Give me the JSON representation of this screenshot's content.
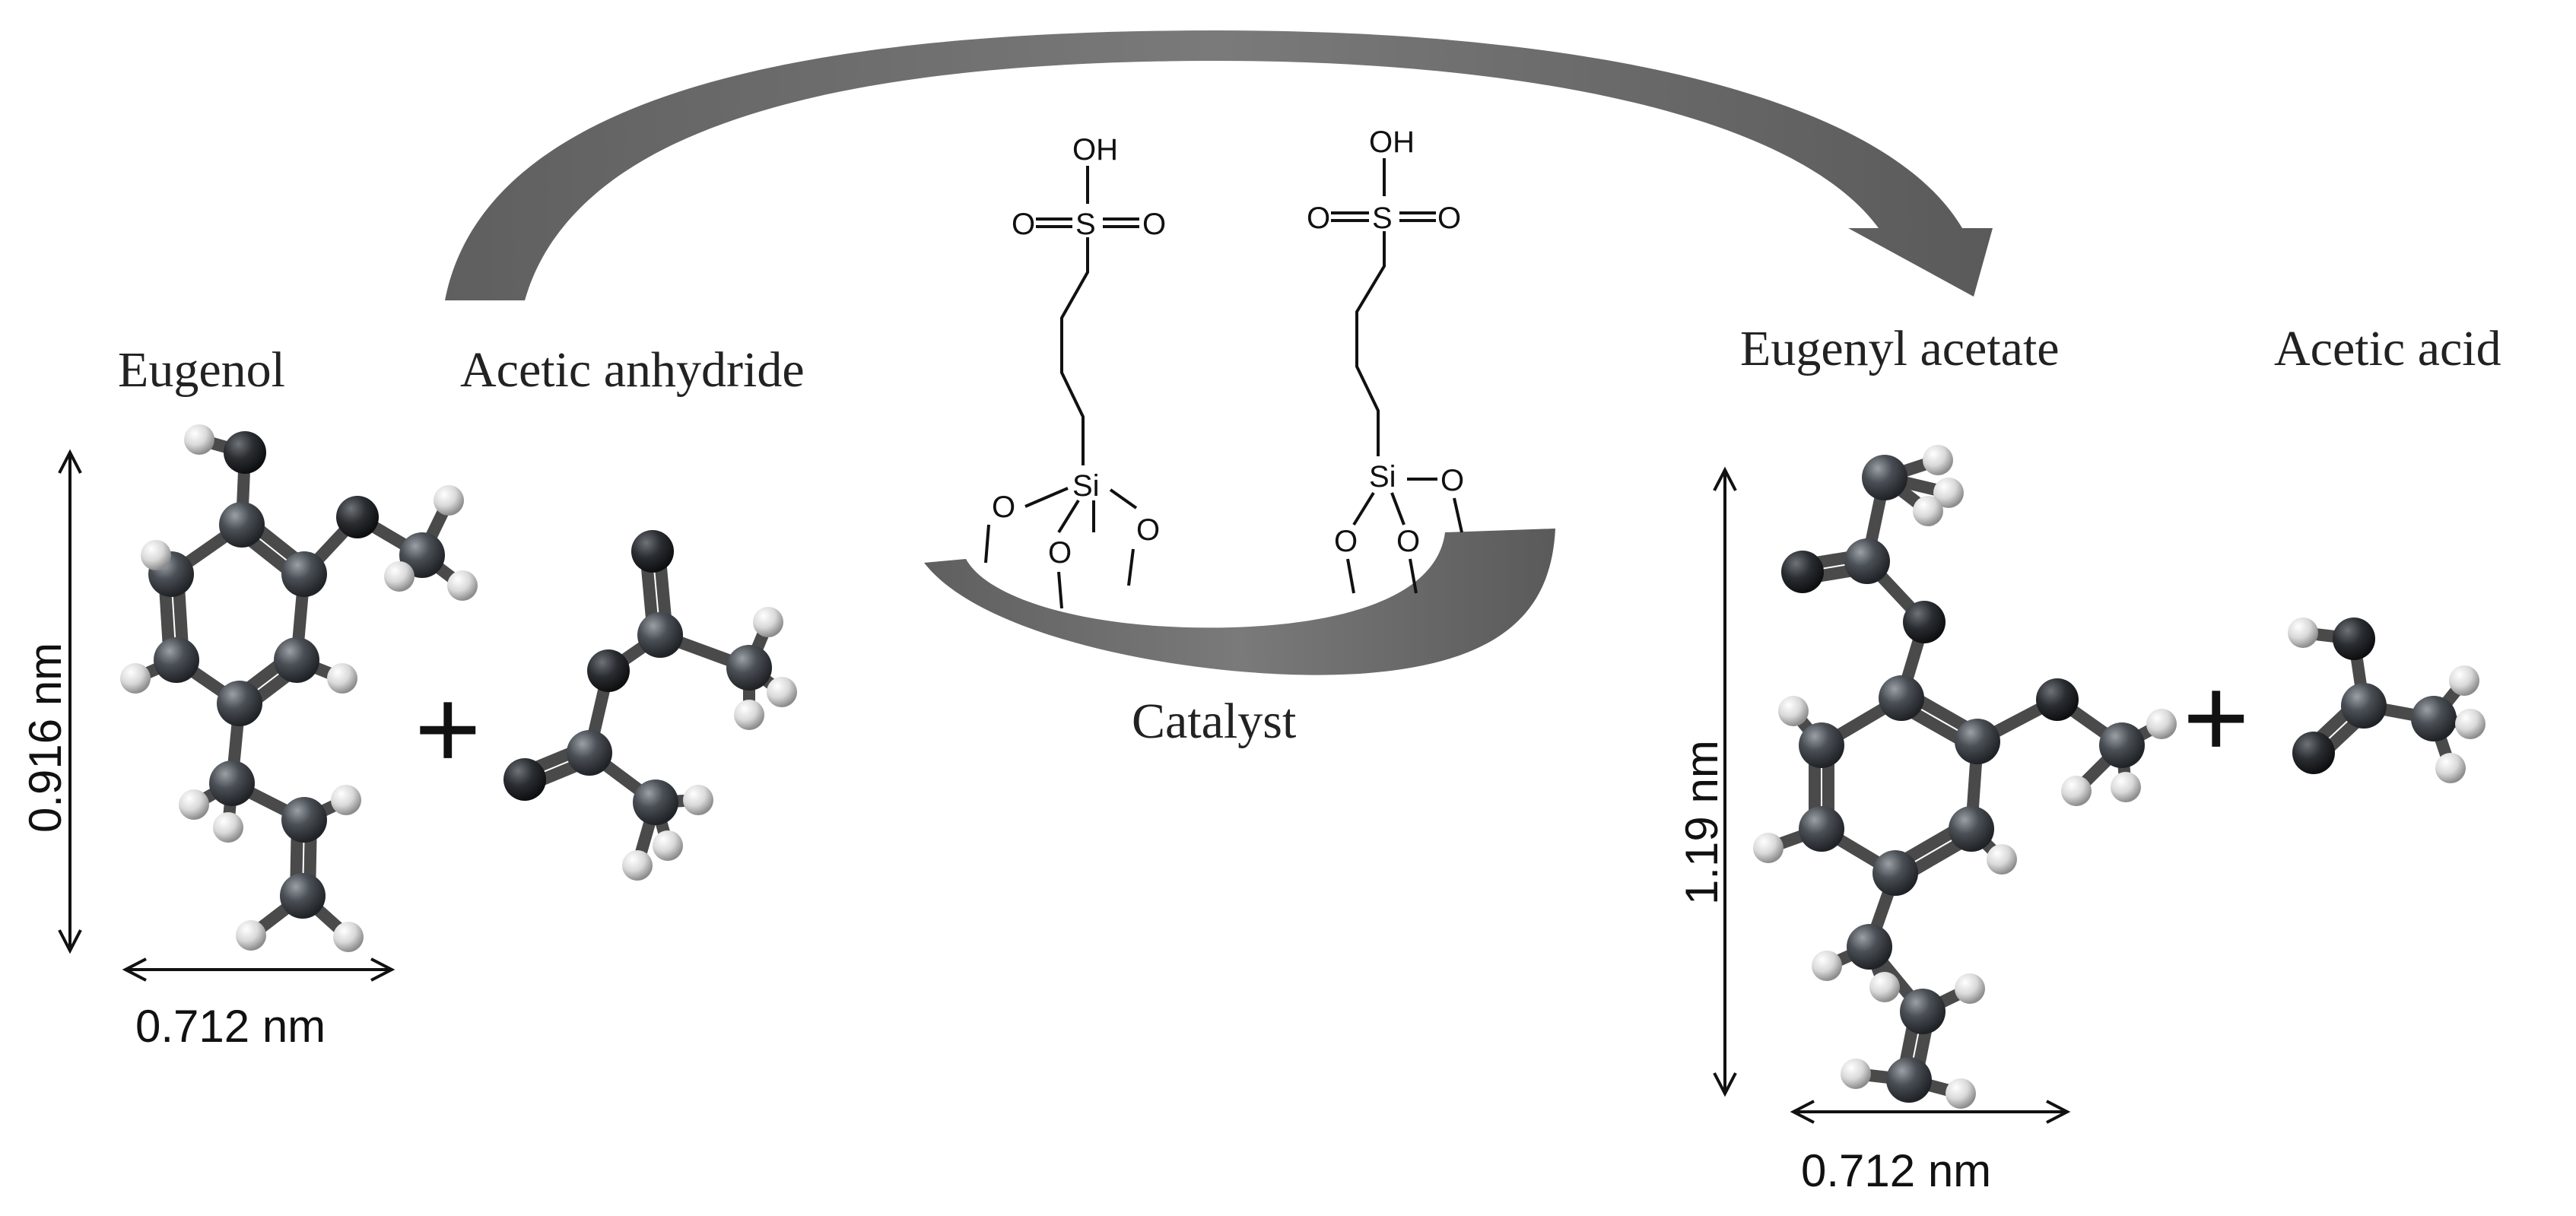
{
  "reactants": {
    "eugenol": {
      "label": "Eugenol",
      "height": "0.916 nm",
      "width": "0.712 nm"
    },
    "anhydride": {
      "label": "Acetic anhydride"
    }
  },
  "products": {
    "eugenyl_acetate": {
      "label": "Eugenyl acetate",
      "height": "1.19 nm",
      "width": "0.712 nm"
    },
    "acetic_acid": {
      "label": "Acetic acid"
    }
  },
  "catalyst": {
    "label": "Catalyst",
    "atoms": {
      "oh": "OH",
      "o": "O",
      "s": "S",
      "si": "Si"
    }
  },
  "operators": {
    "plus": "+"
  },
  "colors": {
    "arrow": "#666666",
    "carbon": "#3e4246",
    "hydrogen": "#d6d6d6",
    "oxygen": "#25282b"
  }
}
